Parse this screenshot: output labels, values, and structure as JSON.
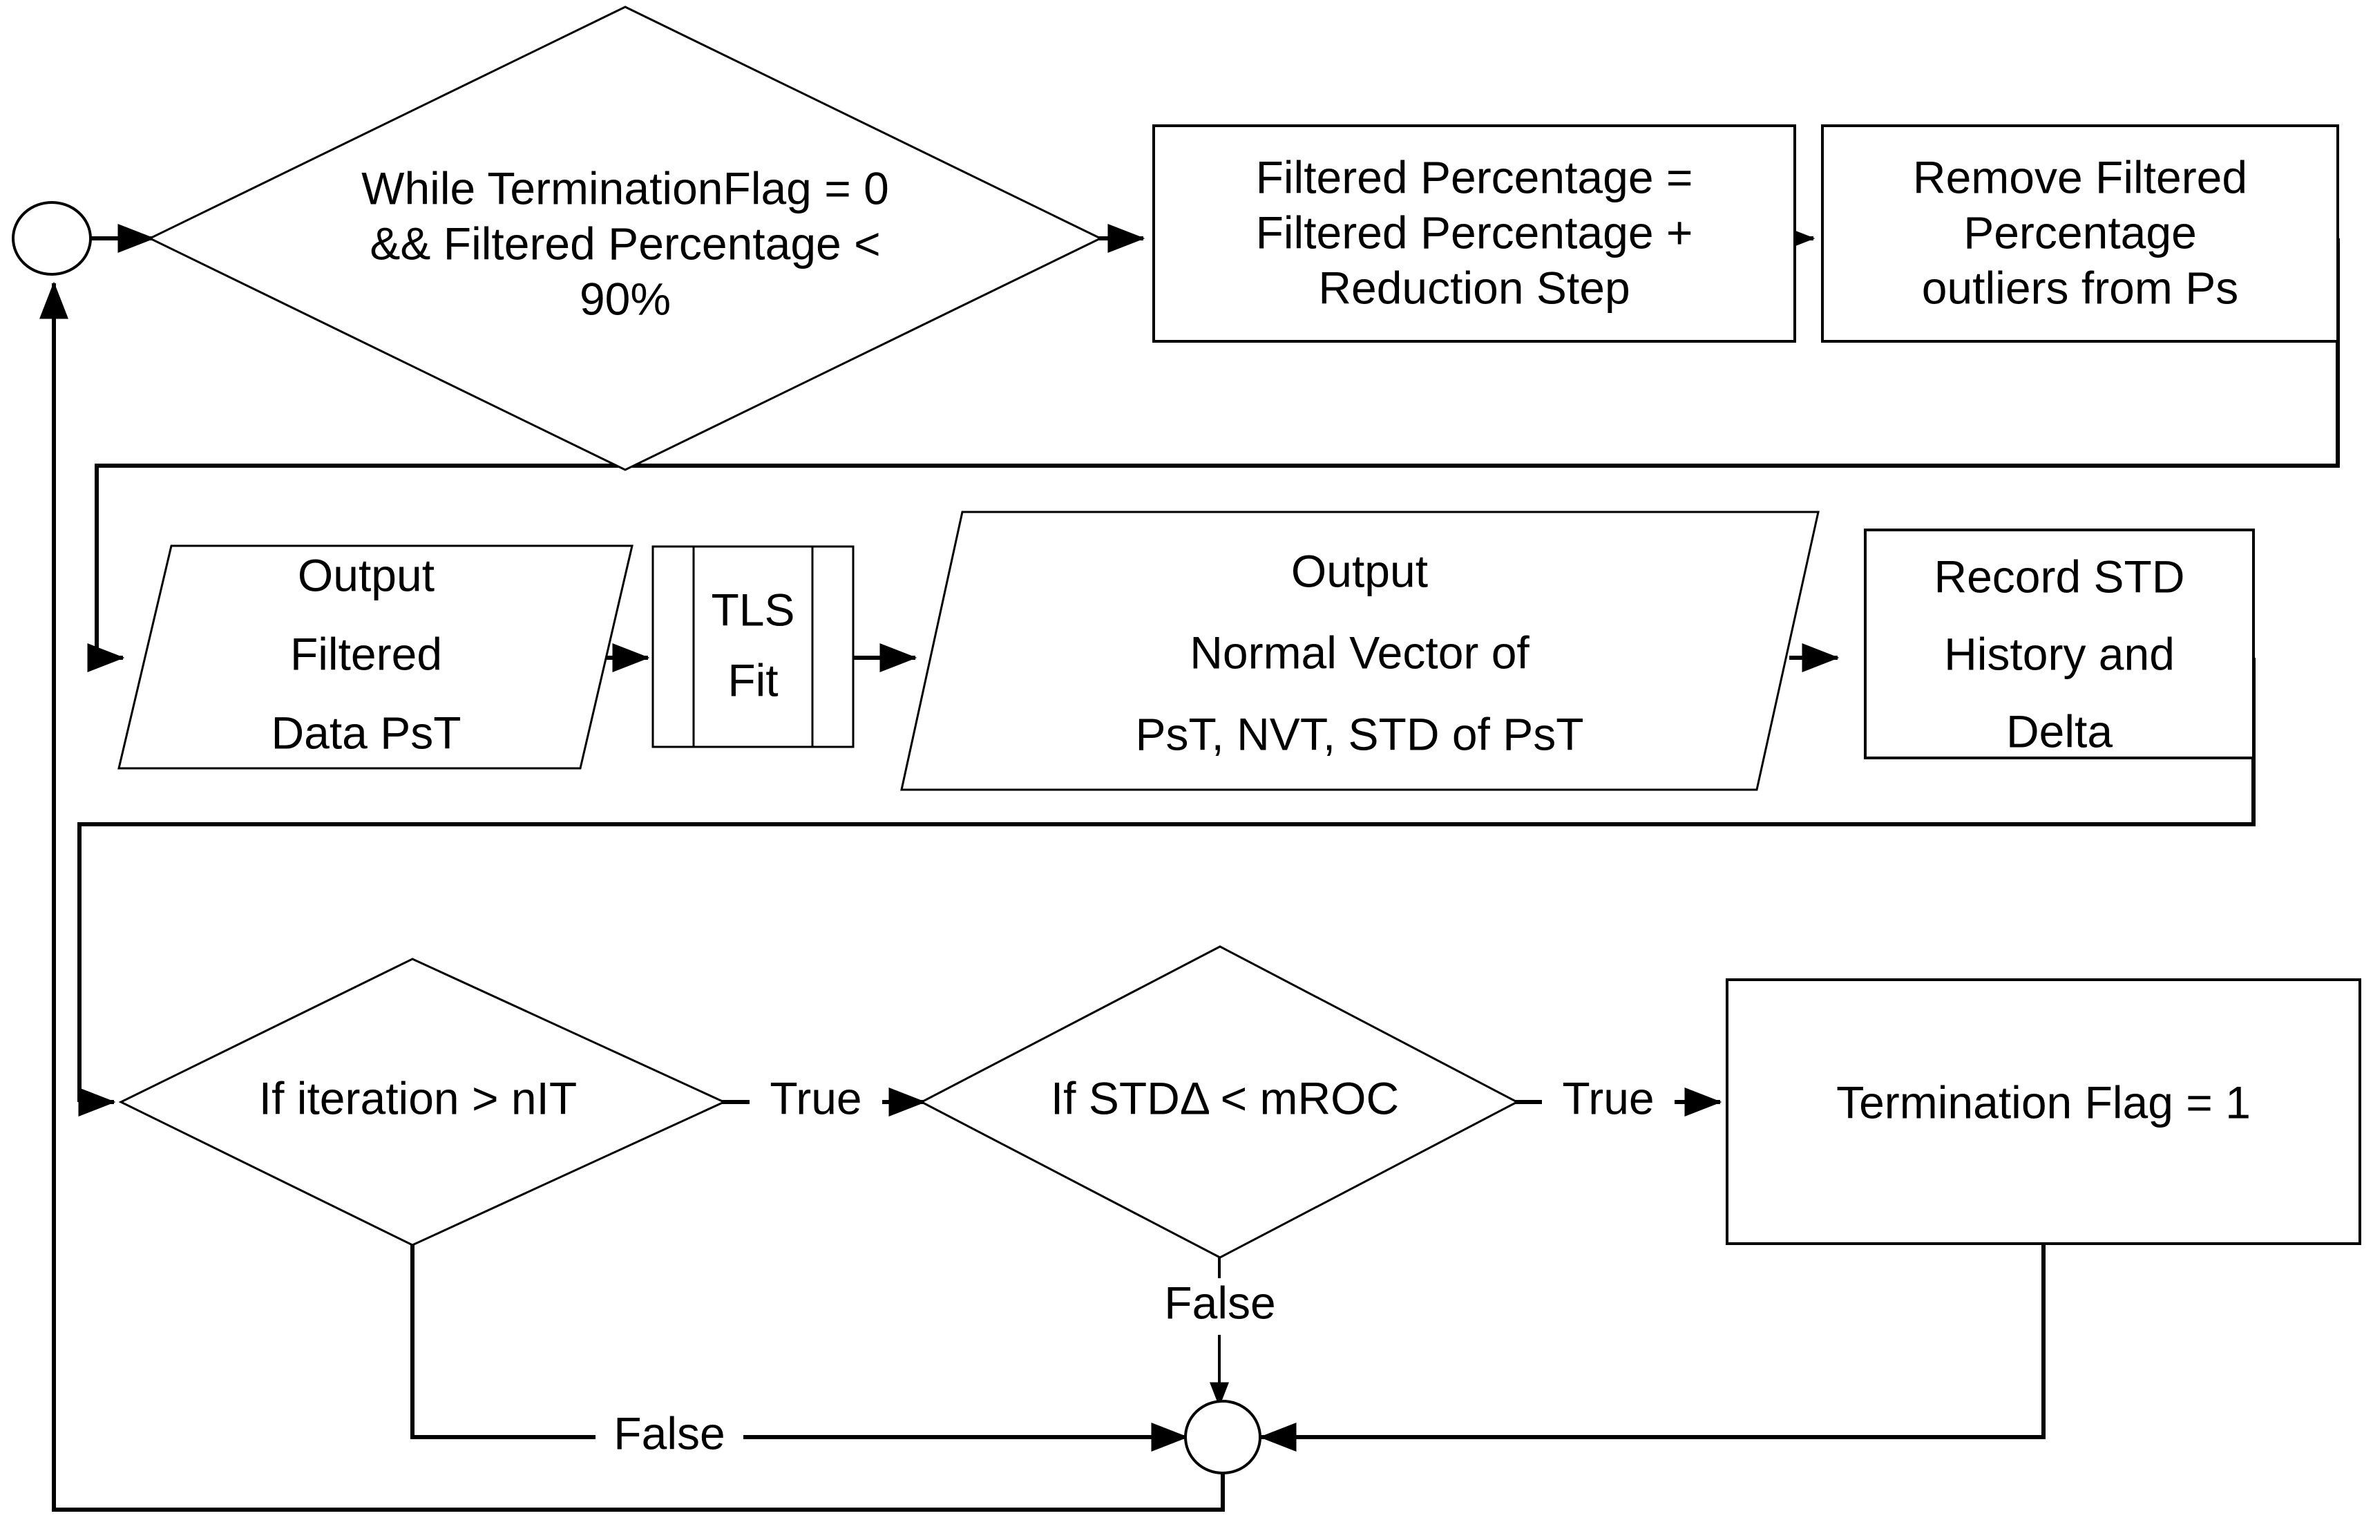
{
  "diagram": {
    "type": "flowchart",
    "title": "",
    "nodes": {
      "start_connector": {
        "shape": "circle",
        "label": ""
      },
      "while_decision": {
        "shape": "diamond",
        "label_lines": [
          "While TerminationFlag = 0",
          "&& Filtered Percentage <",
          "90%"
        ]
      },
      "filtered_percentage_update": {
        "shape": "process",
        "label_lines": [
          "Filtered Percentage =",
          "Filtered Percentage +",
          "Reduction Step"
        ]
      },
      "remove_outliers": {
        "shape": "process",
        "label_lines": [
          "Remove Filtered",
          "Percentage",
          "outliers from Ps"
        ]
      },
      "output_filtered_data": {
        "shape": "parallelogram",
        "label_lines": [
          "Output",
          "Filtered",
          "Data PsT"
        ]
      },
      "tls_fit": {
        "shape": "predefined-process",
        "label_lines": [
          "TLS",
          "Fit"
        ]
      },
      "output_normal_vector": {
        "shape": "parallelogram",
        "label_lines": [
          "Output",
          "Normal Vector of",
          "PsT, NVT, STD of PsT"
        ]
      },
      "record_std": {
        "shape": "process",
        "label_lines": [
          "Record STD",
          "History and",
          "Delta"
        ]
      },
      "if_iteration": {
        "shape": "diamond",
        "label_lines": [
          "If iteration > nIT"
        ]
      },
      "if_stddelta": {
        "shape": "diamond",
        "label_lines": [
          "If STDΔ < mROC"
        ]
      },
      "termination_flag": {
        "shape": "process",
        "label_lines": [
          "Termination Flag = 1"
        ]
      },
      "merge_connector": {
        "shape": "circle",
        "label": ""
      }
    },
    "edge_labels": {
      "iteration_true": "True",
      "iteration_false": "False",
      "stddelta_true": "True",
      "stddelta_false": "False"
    },
    "colors": {
      "stroke": "#000000",
      "fill": "#ffffff",
      "text": "#000000"
    }
  }
}
